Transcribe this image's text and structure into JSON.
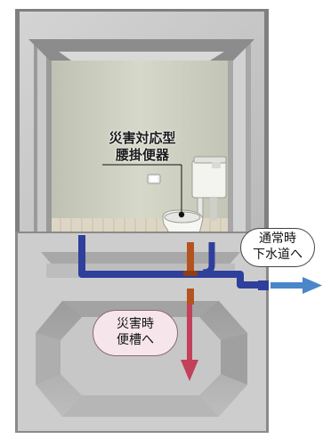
{
  "labels": {
    "toilet": [
      "災害対応型",
      "腰掛便器"
    ],
    "normal_flow": [
      "通常時",
      "下水道へ"
    ],
    "disaster_flow": [
      "災害時",
      "便槽へ"
    ]
  },
  "colors": {
    "normal_arrow": "#4a86c9",
    "disaster_arrow": "#c2405a",
    "pipe_blue": "#2e3f9c",
    "pipe_orange": "#b4531f"
  }
}
